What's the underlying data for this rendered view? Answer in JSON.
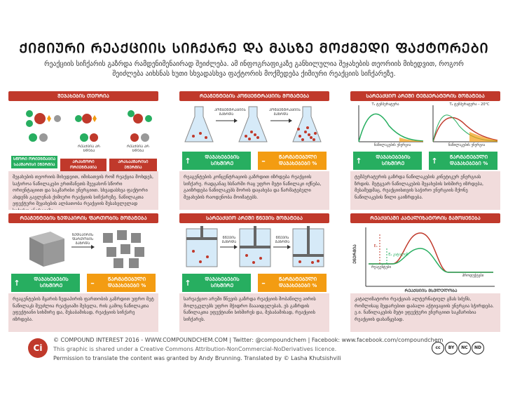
{
  "title": "ᲥᲘᲛᲘᲣᲠᲘ ᲠᲔᲐᲥᲪᲘᲘᲡ ᲡᲘᲩᲥᲐᲠᲔ ᲓᲐ ᲛᲐᲡᲖᲔ ᲛᲝᲥᲛᲔᲓᲘ ᲤᲐᲥᲢᲝᲠᲔᲑᲘ",
  "subtitle": "რეაქციის სიჩქარის გაზრდა რამდენიმენაირად შეიძლება. ამ ინფოგრაფიკაზე განხილულია შეჯახების თეორიის მიხედვით, როგორ შეიძლება აიხსნას ხუთი სხვადასხვა ფაქტორის მოქმედება ქიმიური რეაქციის სიჩქარეზე.",
  "colors": {
    "accent": "#c0392b",
    "green": "#27ae60",
    "orange": "#f39c12",
    "panel_bg": "#f1dcdc"
  },
  "panels": {
    "collision": {
      "title": "ᲨᲔᲯᲐᲮᲔᲑᲘᲡ ᲗᲔᲝᲠᲘᲐ",
      "label_no_reaction_1": "ᲠᲔᲐᲥᲪᲘᲐ ᲐᲠ ᲮᲓᲔᲑᲐ",
      "label_no_reaction_2": "ᲠᲔᲐᲥᲪᲘᲐ ᲐᲠ ᲮᲓᲔᲑᲐ",
      "tag_1": "ᲡᲬᲝᲠᲘ ᲝᲠᲘᲔᲜᲢᲐᲪᲘᲐ ᲡᲐᲙᲛᲐᲠᲘᲡᲘ ᲔᲜᲔᲠᲒᲘᲐ",
      "tag_2": "ᲐᲠᲐᲡᲬᲝᲠᲘ ᲝᲠᲘᲔᲜᲢᲐᲪᲘᲐ",
      "tag_3": "ᲐᲠᲐᲡᲐᲙᲛᲐᲠᲘᲡᲘ ᲔᲜᲔᲠᲒᲘᲐ",
      "text": "შეჯახების თეორიის მიხედვით, იმისათვის რომ რეაქცია მოხდეს, საჭიროა ნაწილაკები ერთმანეთს შეეჯახონ სწორი ორიენტაციით და საკმარისი ენერგიით. სხვადასხვა ფაქტორი ახდენს გავლენას ქიმიური რეაქციის სიჩქარეზე. ნაწილაკთა ეფექტური შეჯახების ალბათობა რეაქციის შესასვლელად საჭირო ენერგიაზე."
    },
    "concentration": {
      "title": "ᲠᲔᲐᲒᲔᲜᲢᲔᲑᲘᲡ ᲙᲝᲜᲪᲔᲜᲢᲠᲐᲪᲘᲘᲡ ᲛᲝᲛᲐᲢᲔᲑᲐ",
      "arrow_label_1": "ᲙᲝᲜᲪᲔᲜᲢᲠᲐᲪᲘᲘᲡ ᲒᲐᲖᲠᲓᲐ",
      "arrow_label_2": "ᲙᲝᲜᲪᲔᲜᲢᲠᲐᲪᲘᲘᲡ ᲒᲐᲖᲠᲓᲐ",
      "badge_left": "ᲓᲐᲯᲐᲮᲔᲑᲔᲑᲘᲡ ᲡᲘᲮᲨᲘᲠᲔ",
      "badge_right": "ᲬᲐᲠᲛᲐᲢᲔᲑᲣᲚᲘ ᲓᲐᲯᲐᲮᲔᲑᲔᲑᲘ %",
      "sym_left": "↑",
      "sym_right": "–",
      "text": "რეაგენტების კონცენტრაციის გაზრდით იზრდება რეაქციის სიჩქარე. რადგანაც ხსნარში რაც უფრო მეტი ნაწილაკი იქნება, გაიზრდება ნაწილაკებს შორის დაჯახება და წარმატებული შეჯახების რაოდენობა მოიმატებს."
    },
    "temperature": {
      "title": "ᲡᲐᲠᲔᲐᲥᲪᲘᲝ ᲐᲠᲔᲨᲘ ᲢᲔᲛᲞᲔᲠᲐᲢᲣᲠᲘᲡ ᲛᲝᲛᲐᲢᲔᲑᲐ",
      "curve_label_1": "T₁ ტემპერატურა",
      "curve_label_2": "T₂ ტემპერატურა – 20°C",
      "xlabel": "ნაწილაკების ენერგია",
      "ylabel": "ნაწილაკების რაოდ.",
      "badge_left": "ᲓᲐᲯᲐᲮᲔᲑᲔᲑᲘᲡ ᲡᲘᲮᲨᲘᲠᲔ",
      "badge_right": "ᲬᲐᲠᲛᲐᲢᲔᲑᲣᲚᲘ ᲓᲐᲯᲐᲮᲔᲑᲔᲑᲘ %",
      "sym_left": "↑",
      "sym_right": "↑",
      "text": "ტემპერატურის გაზრდა ნაწილაკების კინეტიკურ ენერგიას ზრდის. მეტგვარ ნაწილაკების შეჯახების სიხშირე იზრდება, მესამედმაც, რეაქციისთვის საჭირო ენერგიის მქონე ნაწილაკების წილი გაიზრდება."
    },
    "surface": {
      "title": "ᲠᲔᲐᲒᲔᲜᲢᲔᲑᲘᲡ ᲖᲔᲓᲐᲞᲘᲠᲘᲡ ᲤᲐᲠᲗᲝᲑᲘᲡ ᲛᲝᲛᲐᲢᲔᲑᲐ",
      "arrow_label": "ᲖᲔᲓᲐᲞᲘᲠᲘᲡ ᲤᲐᲠᲗᲝᲑᲘᲡ ᲒᲐᲖᲠᲓᲐ",
      "badge_left": "ᲓᲐᲯᲐᲮᲔᲑᲔᲑᲘᲡ ᲡᲘᲮᲨᲘᲠᲔ",
      "badge_right": "ᲬᲐᲠᲛᲐᲢᲔᲑᲣᲚᲘ ᲓᲐᲯᲐᲮᲔᲑᲔᲑᲘ %",
      "sym_left": "↑",
      "sym_right": "–",
      "text": "რეაგენტების მყარის ზედაპირის ფართობის გაზრდით უფრო მეტ ნაწილაკს შეუძლია რეაქციაში შესვლა, რის გამოც ნაწილაკთა ეფექტიანი სიხშირე და, შესაბამისად, რეაქციის სიჩქარე იზრდება."
    },
    "pressure": {
      "title": "ᲡᲐᲠᲔᲐᲥᲪᲘᲝ ᲐᲠᲔᲨᲘ ᲬᲜᲔᲕᲘᲡ ᲛᲝᲛᲐᲢᲔᲑᲐ",
      "arrow_label_1": "ᲬᲜᲔᲕᲘᲡ ᲒᲐᲖᲠᲓᲐ",
      "arrow_label_2": "ᲬᲜᲔᲕᲘᲡ ᲒᲐᲖᲠᲓᲐ",
      "badge_left": "ᲓᲐᲯᲐᲮᲔᲑᲔᲑᲘᲡ ᲡᲘᲮᲨᲘᲠᲔ",
      "badge_right": "ᲬᲐᲠᲛᲐᲢᲔᲑᲣᲚᲘ ᲓᲐᲯᲐᲮᲔᲑᲔᲑᲘ %",
      "sym_left": "↑",
      "sym_right": "–",
      "text": "სარეაქციო არეში წნევის გაზრდა რეაქციის შობაწილე აირის მოლეკულებს უფრო მჭიდრო მაააიდელებას, ეს გაზრდის ნაწილაკთა ეფექტიანი სიხშირეს და, შესაბამისად, რეაქციის სიჩქარეს."
    },
    "catalyst": {
      "title": "ᲠᲔᲐᲥᲪᲘᲐᲨᲘ ᲙᲐᲢᲐᲚᲘᲖᲐᲢᲝᲠᲘᲡ ᲒᲐᲛᲝᲧᲔᲜᲔᲑᲐ",
      "ylabel": "ᲔᲜᲔᲠᲒᲘᲐ",
      "xlabel": "ᲠᲔᲐᲥᲪᲘᲘᲡ ᲛᲡᲕᲚᲔᲚᲝᲑᲐ",
      "ea_label": "Eₐ",
      "ea_cat_label": "Eₐ კატალიზ.",
      "reactants": "რეაგენტები",
      "products": "პროდუქტები",
      "text": "კატალიზატორი რეაქციას ალტერნატიულ გზას სძენს, რომლისაც შედარებით დაბალი აქტივაციის ენერგია სჭირდება. ე.ი. ნაწილაკების მეტი ეფექტური ენერგიით საკმარისია რეაქციის დასაწყებად."
    }
  },
  "footer": {
    "logo": "Ci",
    "line1": "© COMPOUND INTEREST 2016 - WWW.COMPOUNDCHEM.COM | Twitter: @compoundchem | Facebook: www.facebook.com/compoundchem",
    "line2": "This graphic is shared under a Creative Commons Attribution-NonCommercial-NoDerivatives licence.",
    "line3": "Permission to translate the content was granted by Andy Brunning. Translated by © Lasha Khutsishvili",
    "cc_labels": [
      "cc",
      "BY",
      "NC",
      "ND"
    ]
  }
}
